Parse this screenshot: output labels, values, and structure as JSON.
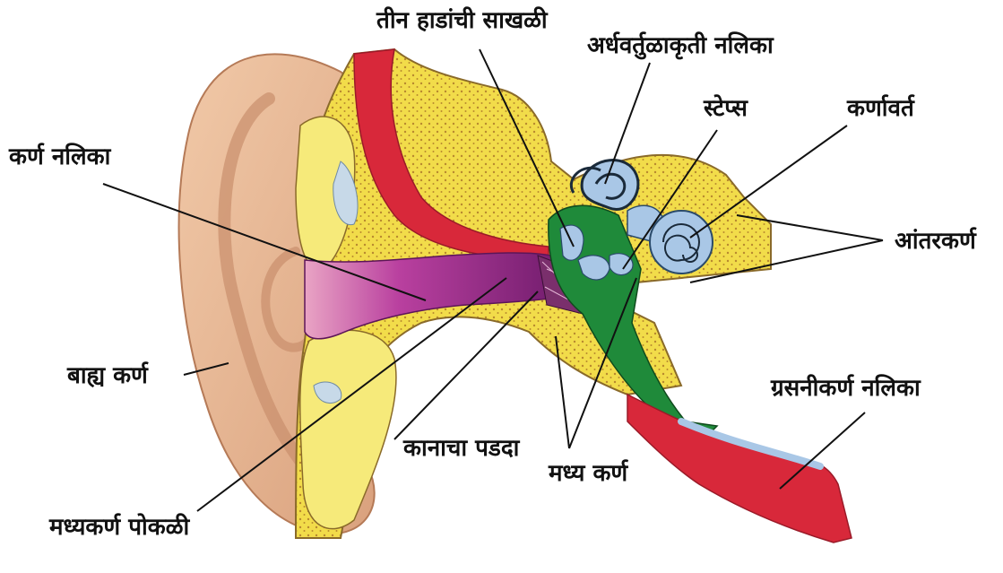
{
  "labels": {
    "ossicles": "तीन हाडांची साखळी",
    "semicircular_canals": "अर्धवर्तुळाकृती नलिका",
    "stapes": "स्टेप्स",
    "cochlea": "कर्णावर्त",
    "ear_canal": "कर्ण नलिका",
    "inner_ear": "आंतरकर्ण",
    "outer_ear": "बाह्य कर्ण",
    "eardrum": "कानाचा पडदा",
    "middle_ear": "मध्य कर्ण",
    "eustachian_tube": "ग्रसनीकर्ण नलिका",
    "middle_ear_cavity": "मध्यकर्ण पोकळी"
  },
  "colors": {
    "pinna_skin": "#e9b894",
    "pinna_shadow": "#c98f6c",
    "bone_yellow": "#f2dc4a",
    "bone_dots": "#b8892f",
    "canal_purple": "#9a2a8a",
    "middle_green": "#1f8a3a",
    "artery_red": "#d8283a",
    "inner_ear_blue": "#a9c7e6",
    "leader_line": "#111111"
  }
}
